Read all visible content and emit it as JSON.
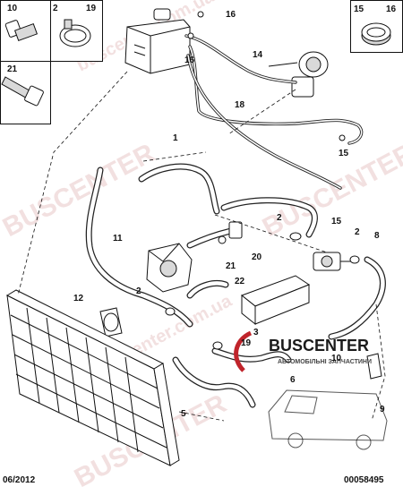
{
  "diagram": {
    "callouts": [
      {
        "id": "10a",
        "label": "10"
      },
      {
        "id": "2a",
        "label": "2"
      },
      {
        "id": "19a",
        "label": "19"
      },
      {
        "id": "21a",
        "label": "21"
      },
      {
        "id": "16a",
        "label": "16"
      },
      {
        "id": "16b",
        "label": "16"
      },
      {
        "id": "14",
        "label": "14"
      },
      {
        "id": "15a",
        "label": "15"
      },
      {
        "id": "16c",
        "label": "16"
      },
      {
        "id": "18",
        "label": "18"
      },
      {
        "id": "15b",
        "label": "15"
      },
      {
        "id": "1",
        "label": "1"
      },
      {
        "id": "15c",
        "label": "15"
      },
      {
        "id": "2b",
        "label": "2"
      },
      {
        "id": "11",
        "label": "11"
      },
      {
        "id": "20",
        "label": "20"
      },
      {
        "id": "21b",
        "label": "21"
      },
      {
        "id": "2c",
        "label": "2"
      },
      {
        "id": "8",
        "label": "8"
      },
      {
        "id": "22",
        "label": "22"
      },
      {
        "id": "12",
        "label": "12"
      },
      {
        "id": "2d",
        "label": "2"
      },
      {
        "id": "3",
        "label": "3"
      },
      {
        "id": "19b",
        "label": "19"
      },
      {
        "id": "10b",
        "label": "10"
      },
      {
        "id": "6",
        "label": "6"
      },
      {
        "id": "9",
        "label": "9"
      },
      {
        "id": "5",
        "label": "5"
      }
    ]
  },
  "footer": {
    "date": "06/2012",
    "reference": "00058495"
  },
  "watermark": {
    "brand": "BUSCENTER",
    "domain": "buscenter.com.ua"
  },
  "logo": {
    "name": "BUSCENTER",
    "tagline": "АВТОМОБІЛЬНІ ЗАПЧАСТИНИ"
  },
  "colors": {
    "ink": "#111111",
    "watermark": "#e8c8c8",
    "logo_red": "#c0242b"
  }
}
